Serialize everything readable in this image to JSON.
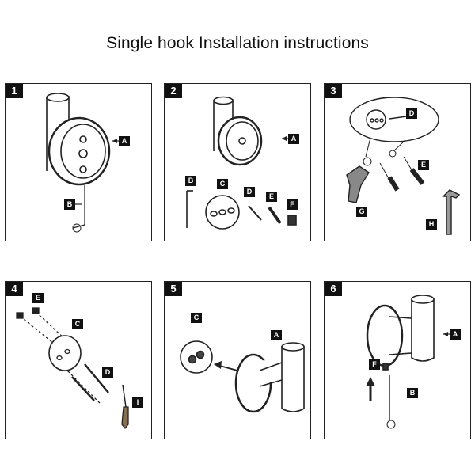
{
  "title": "Single hook Installation instructions",
  "steps": [
    {
      "number": "1",
      "labels": {
        "a": "A",
        "b": "B"
      }
    },
    {
      "number": "2",
      "labels": {
        "a": "A",
        "b": "B",
        "c": "C",
        "d": "D",
        "e": "E",
        "f": "F"
      }
    },
    {
      "number": "3",
      "labels": {
        "d": "D",
        "e": "E",
        "g": "G",
        "h": "H"
      }
    },
    {
      "number": "4",
      "labels": {
        "e": "E",
        "c": "C",
        "d": "D",
        "i": "I"
      }
    },
    {
      "number": "5",
      "labels": {
        "c": "C",
        "a": "A"
      }
    },
    {
      "number": "6",
      "labels": {
        "a": "A",
        "f": "F",
        "b": "B"
      }
    }
  ]
}
